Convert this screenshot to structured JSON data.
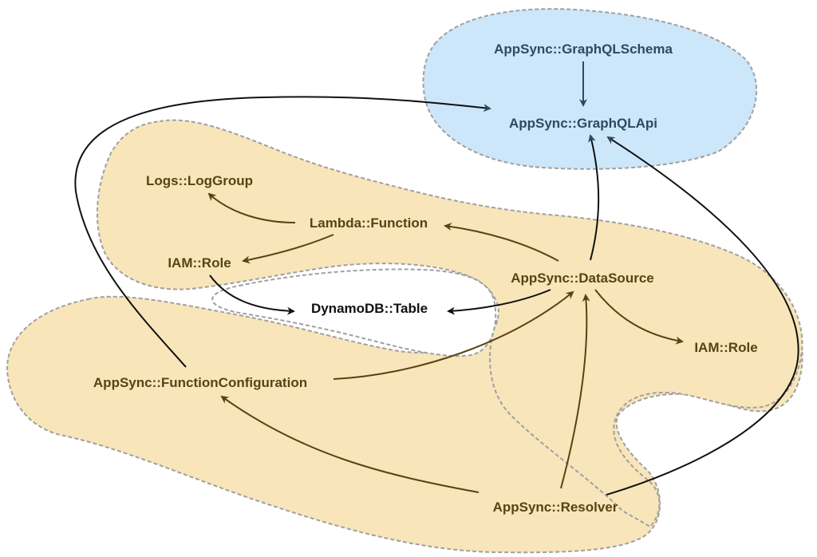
{
  "diagram": {
    "colors": {
      "blue_region_fill": "#cce6fa",
      "tan_region_fill": "#f8e5ba",
      "region_border": "#a0a0a0",
      "blue_text": "#2e4a5f",
      "tan_text": "#5a4214",
      "neutral_text": "#111111"
    },
    "regions": [
      {
        "id": "graphql-region",
        "color": "blue"
      },
      {
        "id": "datasource-region",
        "color": "tan"
      },
      {
        "id": "resolver-region",
        "color": "tan"
      }
    ],
    "nodes": {
      "graphql_schema": {
        "label": "AppSync::GraphQLSchema",
        "group": "blue"
      },
      "graphql_api": {
        "label": "AppSync::GraphQLApi",
        "group": "blue"
      },
      "log_group": {
        "label": "Logs::LogGroup",
        "group": "tan"
      },
      "lambda_function": {
        "label": "Lambda::Function",
        "group": "tan"
      },
      "iam_role_lambda": {
        "label": "IAM::Role",
        "group": "tan"
      },
      "dynamodb_table": {
        "label": "DynamoDB::Table",
        "group": "neutral"
      },
      "data_source": {
        "label": "AppSync::DataSource",
        "group": "tan"
      },
      "iam_role_datasource": {
        "label": "IAM::Role",
        "group": "tan"
      },
      "function_configuration": {
        "label": "AppSync::FunctionConfiguration",
        "group": "tan"
      },
      "resolver": {
        "label": "AppSync::Resolver",
        "group": "tan"
      }
    },
    "edges": [
      {
        "from": "graphql_schema",
        "to": "graphql_api"
      },
      {
        "from": "function_configuration",
        "to": "graphql_api"
      },
      {
        "from": "data_source",
        "to": "graphql_api"
      },
      {
        "from": "resolver",
        "to": "graphql_api"
      },
      {
        "from": "lambda_function",
        "to": "log_group"
      },
      {
        "from": "lambda_function",
        "to": "iam_role_lambda"
      },
      {
        "from": "iam_role_lambda",
        "to": "dynamodb_table"
      },
      {
        "from": "data_source",
        "to": "lambda_function"
      },
      {
        "from": "data_source",
        "to": "dynamodb_table"
      },
      {
        "from": "data_source",
        "to": "iam_role_datasource"
      },
      {
        "from": "function_configuration",
        "to": "data_source"
      },
      {
        "from": "resolver",
        "to": "data_source"
      },
      {
        "from": "resolver",
        "to": "function_configuration"
      }
    ]
  }
}
